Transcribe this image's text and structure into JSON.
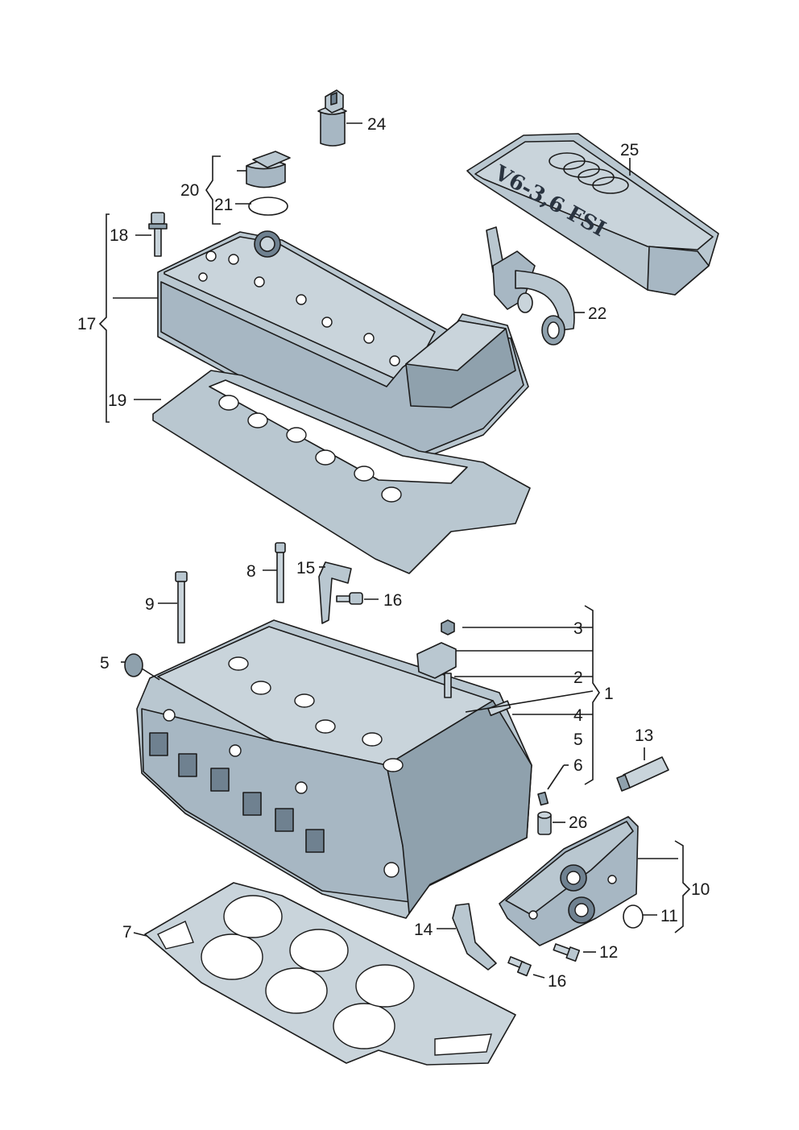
{
  "diagram": {
    "engine_cover_text": "V6-3,6 FSI",
    "labels": {
      "p1": "1",
      "p2": "2",
      "p3": "3",
      "p4": "4",
      "p5": "5",
      "p6": "6",
      "p7": "7",
      "p8": "8",
      "p9": "9",
      "p10": "10",
      "p11": "11",
      "p12": "12",
      "p13": "13",
      "p14": "14",
      "p15": "15",
      "p16a": "16",
      "p16b": "16",
      "p17": "17",
      "p18": "18",
      "p19": "19",
      "p20": "20",
      "p21": "21",
      "p22": "22",
      "p24": "24",
      "p25": "25",
      "p26": "26"
    }
  }
}
